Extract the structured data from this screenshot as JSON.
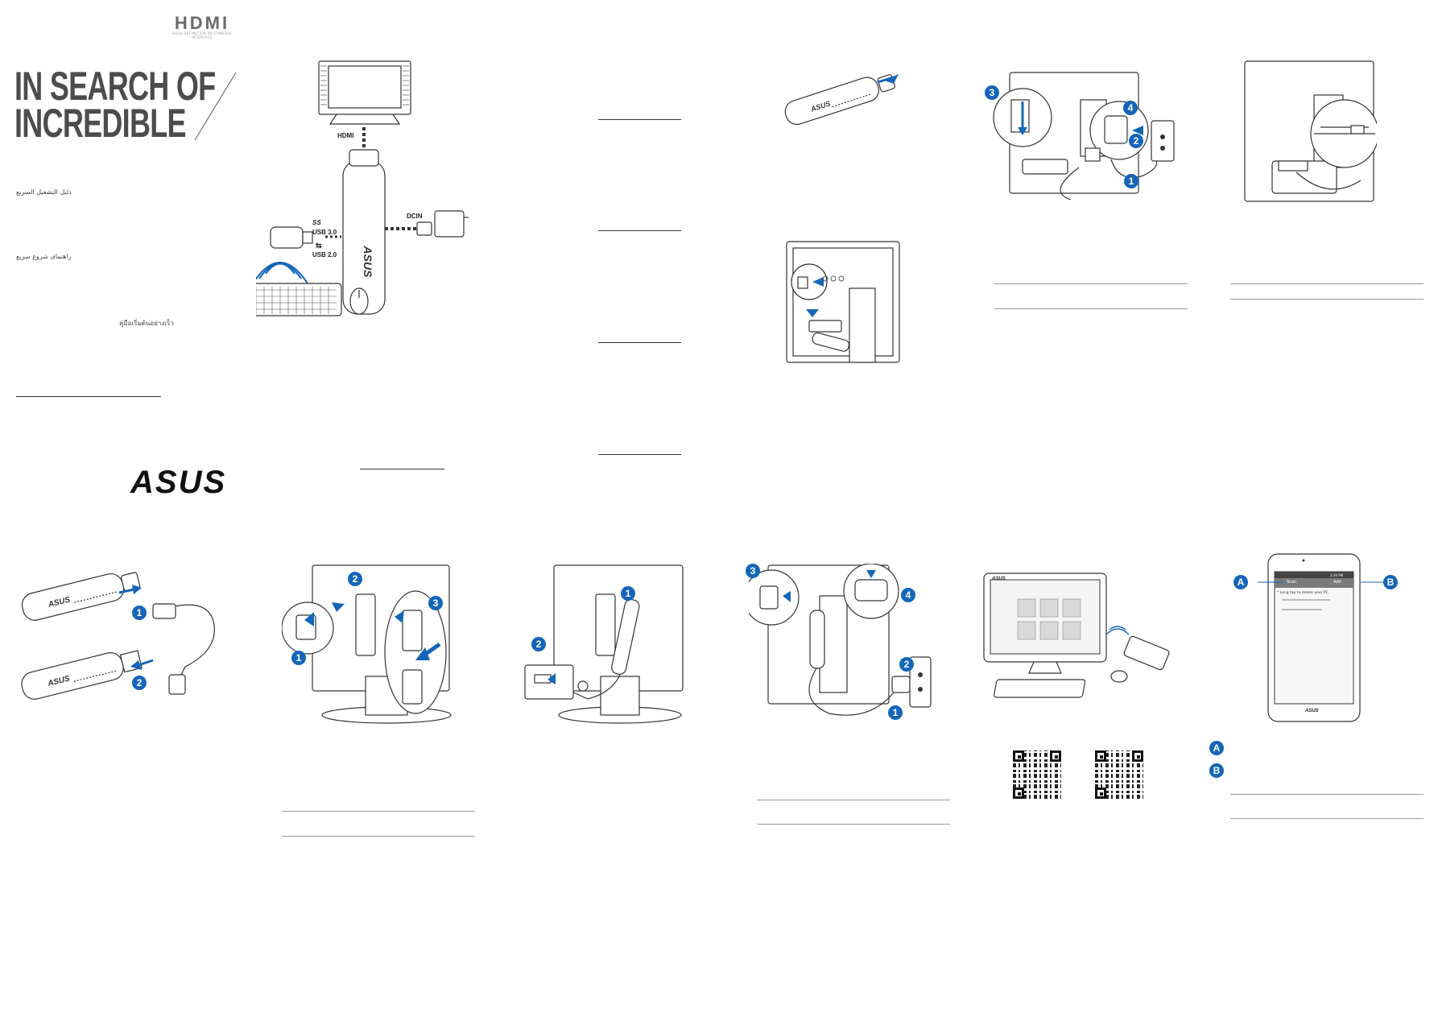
{
  "cover": {
    "hdmi_logo": "HDMI",
    "hdmi_tagline": "HIGH-DEFINITION MULTIMEDIA INTERFACE",
    "slogan_line1": "IN SEARCH OF",
    "slogan_line2": "INCREDIBLE",
    "guide_arabic": "دليل التشغيل السريع",
    "guide_persian": "راهنمای شروع سریع",
    "guide_thai": "คู่มือเริ่มต้นอย่างเร็ว",
    "brand_logo": "ASUS"
  },
  "diagram_labels": {
    "hdmi": "HDMI",
    "dcin": "DCIN",
    "usb30": "USB 3.0",
    "usb20": "USB 2.0",
    "ss_symbol": "SS",
    "device_brand": "ASUS"
  },
  "steps": {
    "one": "1",
    "two": "2",
    "three": "3",
    "four": "4"
  },
  "remote_app": {
    "btn_a_letter": "A",
    "btn_b_letter": "B",
    "scan_label": "Scan",
    "add_label": "Add",
    "hint": "* Long tap to delete your PC",
    "status_time": "3:30 PM",
    "phone_brand": "ASUS",
    "monitor_brand": "ASUS"
  }
}
